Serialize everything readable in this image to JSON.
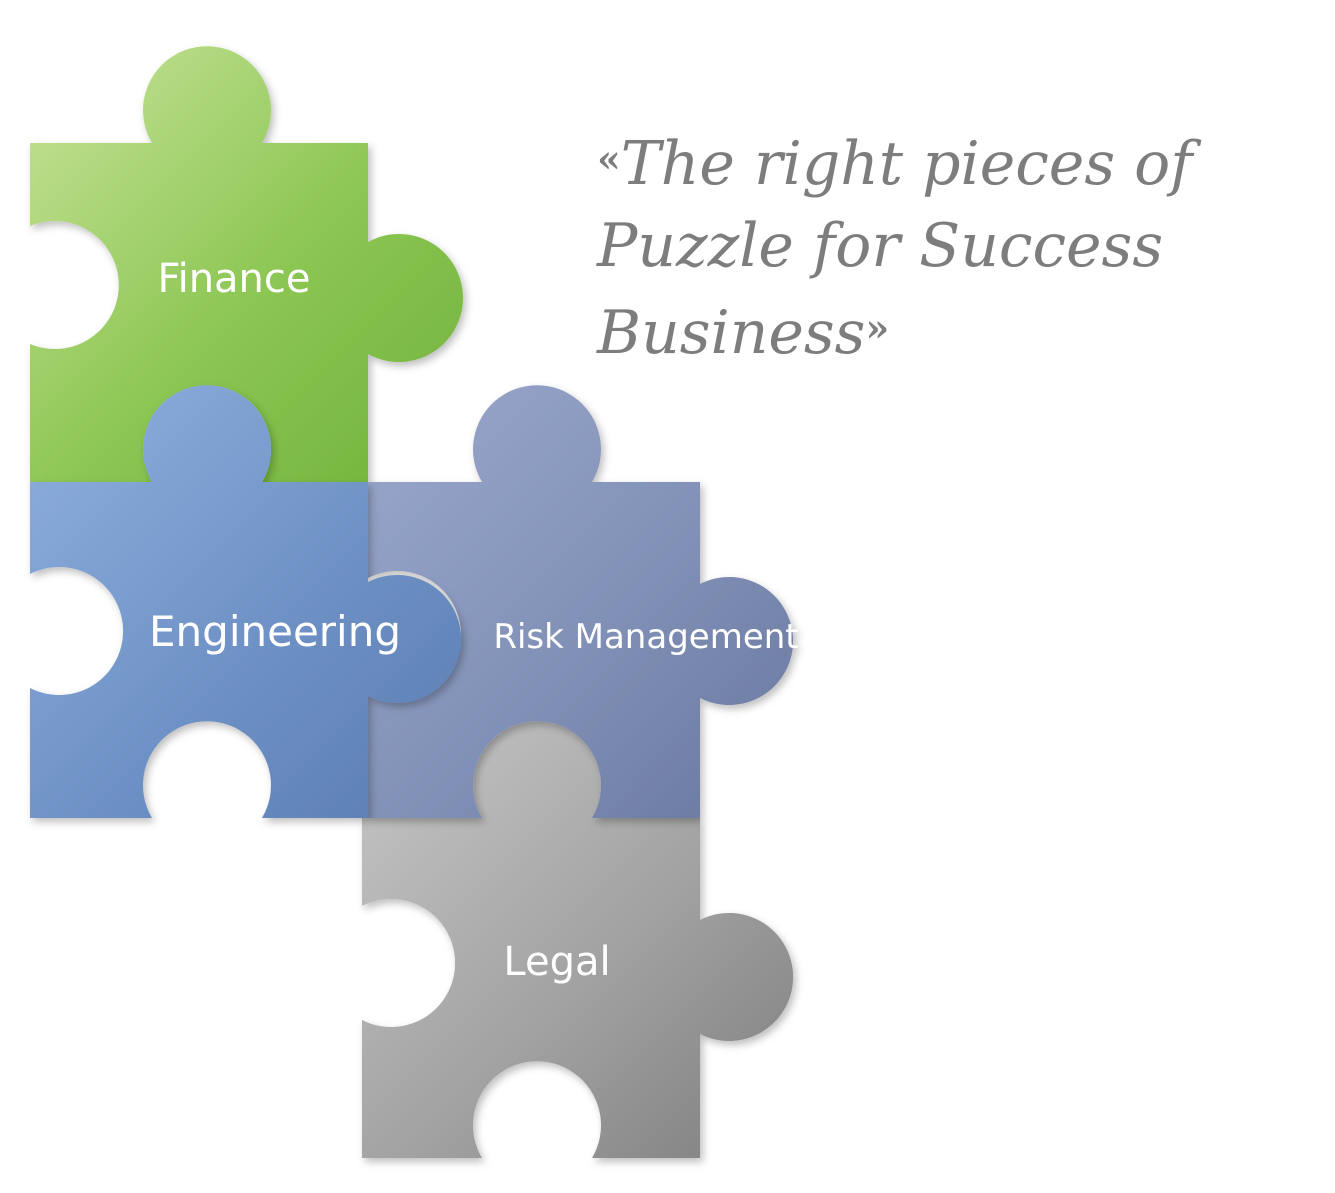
{
  "pieces": [
    {
      "id": "finance",
      "label": "Finance",
      "colors": [
        "#c8e39a",
        "#8cc653",
        "#6fb23a"
      ]
    },
    {
      "id": "engineering",
      "label": "Engineering",
      "colors": [
        "#8fb0de",
        "#6f92c6",
        "#5a7cb2"
      ]
    },
    {
      "id": "risk",
      "label": "Risk Management",
      "colors": [
        "#9aa8cc",
        "#8190b6",
        "#68779e"
      ]
    },
    {
      "id": "legal",
      "label": "Legal",
      "colors": [
        "#c6c6c6",
        "#a2a2a2",
        "#7e7e7e"
      ]
    }
  ],
  "quote": {
    "open_mark": "«",
    "line1": "The right pieces of",
    "line2": "Puzzle for Success",
    "line3": "Business",
    "close_mark": "»",
    "color": "#7d7d7d"
  }
}
